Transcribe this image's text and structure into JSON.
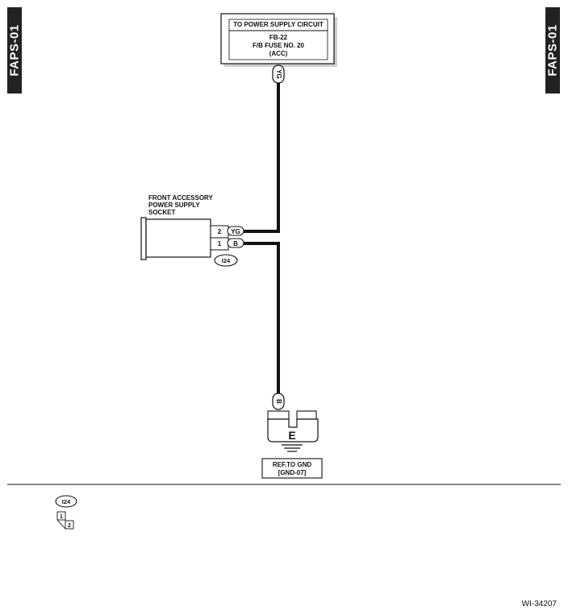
{
  "sheet_tag": "FAPS-01",
  "power_supply": {
    "header": "TO POWER SUPPLY CIRCUIT",
    "line1": "FB-22",
    "line2": "F/B FUSE NO. 20",
    "line3": "(ACC)",
    "wire_color": "YG"
  },
  "socket": {
    "label_line1": "FRONT ACCESSORY",
    "label_line2": "POWER SUPPLY",
    "label_line3": "SOCKET",
    "connector_id": "I24",
    "pins": [
      {
        "num": "2",
        "wire": "YG"
      },
      {
        "num": "1",
        "wire": "B"
      }
    ]
  },
  "ground": {
    "wire_color": "B",
    "terminal_letter": "E",
    "ref_line1": "REF.TO GND",
    "ref_line2": "[GND-07]"
  },
  "legend": {
    "connector_id": "I24",
    "pin1": "1",
    "pin2": "2"
  },
  "drawing_number": "WI-34207"
}
